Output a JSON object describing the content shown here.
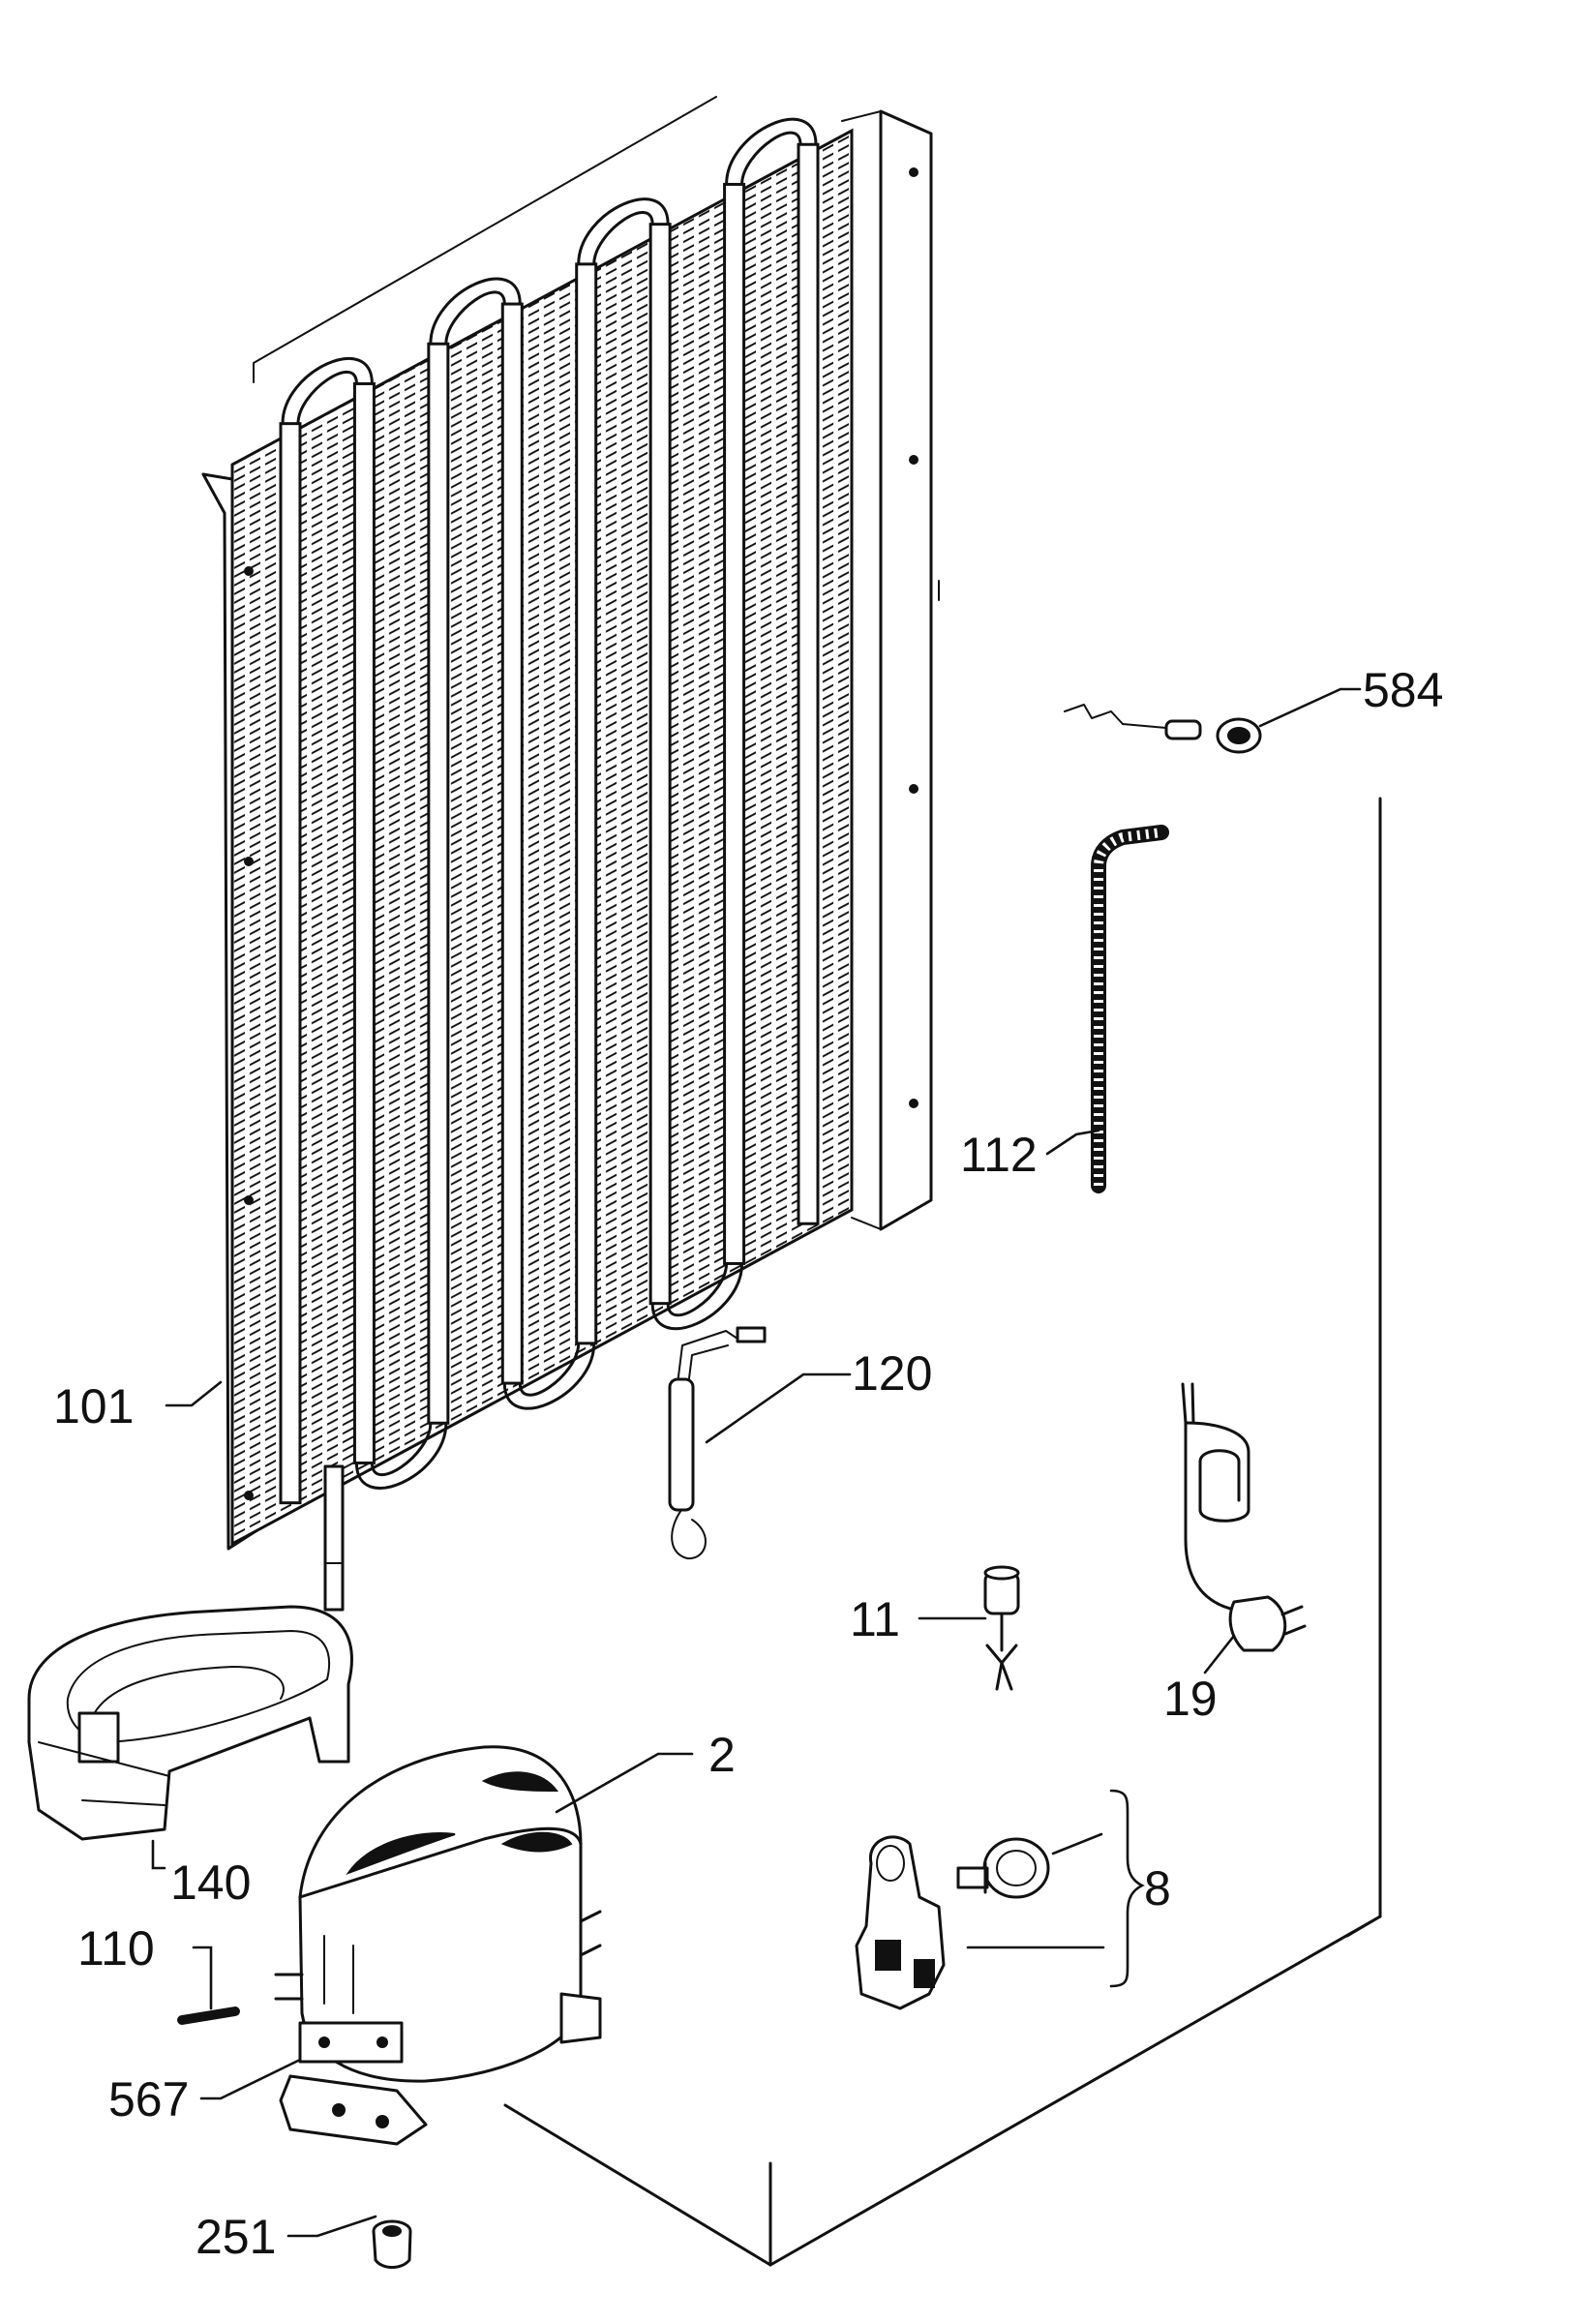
{
  "diagram": {
    "part_labels": {
      "p584": "584",
      "p112": "112",
      "p101": "101",
      "p120": "120",
      "p11": "11",
      "p19": "19",
      "p2": "2",
      "p140": "140",
      "p8": "8",
      "p110": "110",
      "p567": "567",
      "p251": "251"
    },
    "ink_color": "#111111",
    "paper_color": "#ffffff"
  }
}
